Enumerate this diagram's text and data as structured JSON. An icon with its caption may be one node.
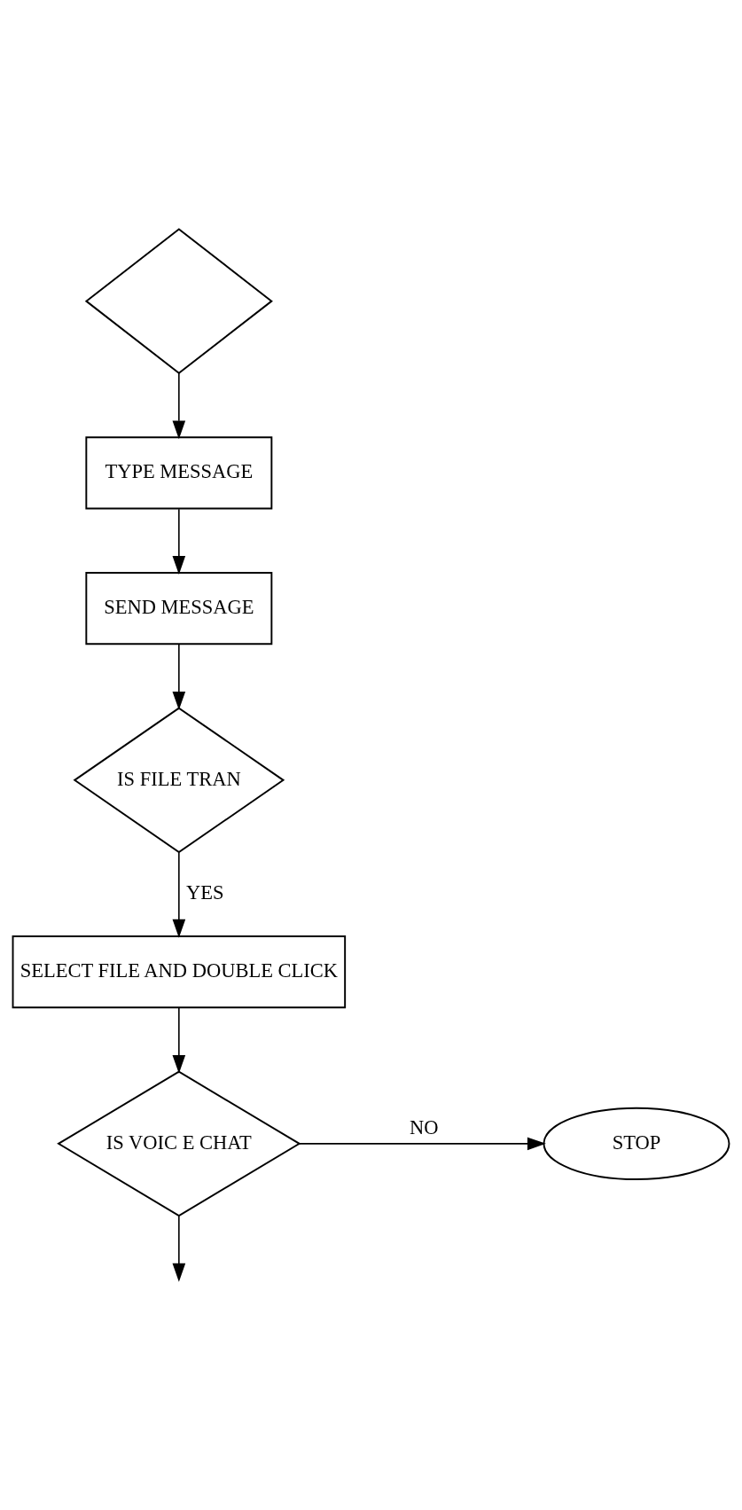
{
  "diagram": {
    "nodes": [
      {
        "text": [],
        "shape": "diamond"
      },
      {
        "text": [
          "TYPE MESSAGE"
        ]
      },
      {
        "text": [
          "SEND MESSAGE"
        ]
      },
      {
        "text": [
          "IS FILE TRAN"
        ]
      },
      {
        "text": [
          "SELECT FILE AND DOUBLE CLICK"
        ]
      },
      {
        "text": [
          "IS VOIC E CHAT"
        ]
      },
      {
        "text": [
          "STOP"
        ]
      }
    ],
    "edges": [
      {
        "from": 0,
        "to": 1,
        "arrow": "to"
      },
      {
        "from": 1,
        "to": 2,
        "arrow": "to"
      },
      {
        "from": 2,
        "to": 3,
        "arrow": "to"
      },
      {
        "from": 3,
        "to": 4,
        "arrow": "to",
        "label": "YES"
      },
      {
        "from": 4,
        "to": 5,
        "arrow": "to"
      },
      {
        "from": 5,
        "to": 6,
        "arrow": "to",
        "label": "NO"
      },
      {
        "from": 5,
        "to": null,
        "arrow": "to"
      }
    ]
  }
}
